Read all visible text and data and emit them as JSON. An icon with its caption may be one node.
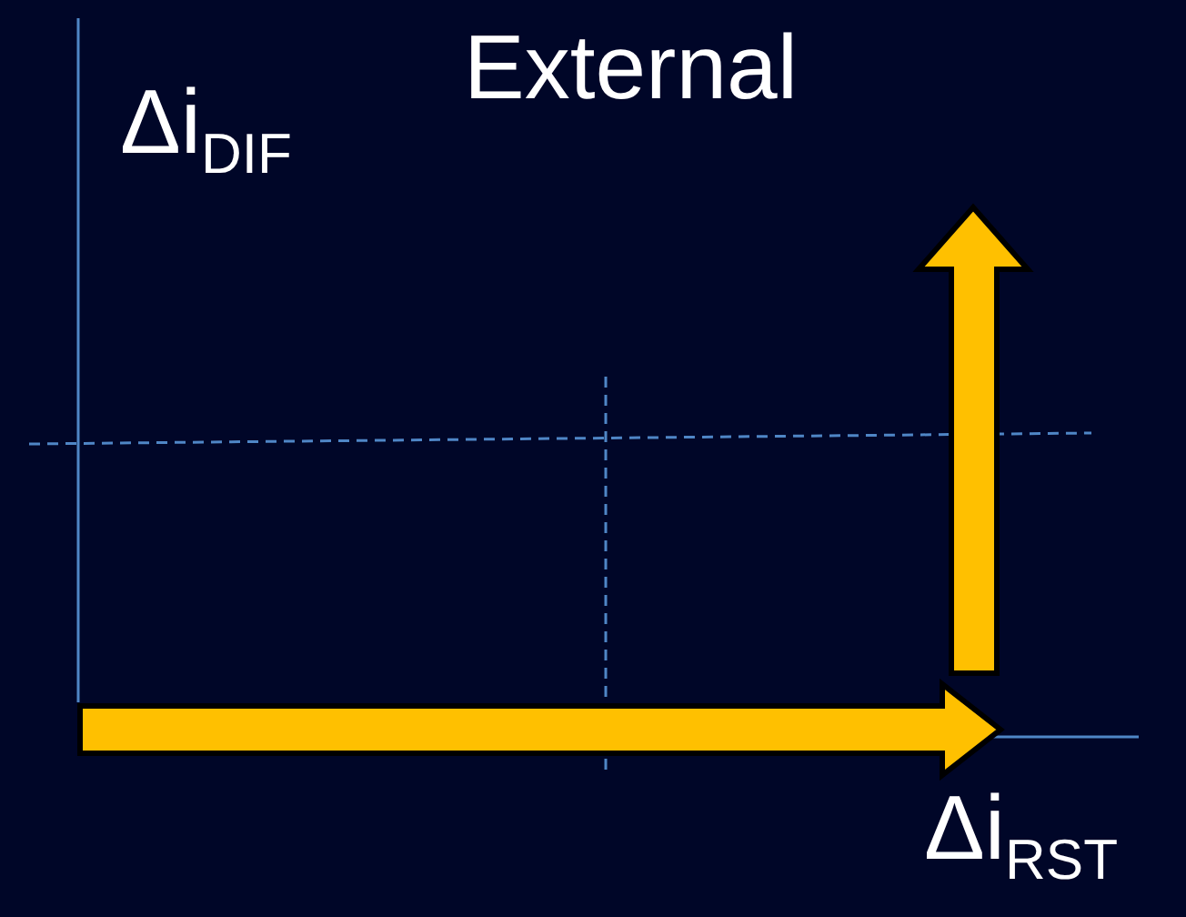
{
  "diagram": {
    "title": "External",
    "labels": [
      "Δi$_{DIF}$",
      "Δi$_{RST}$"
    ]
  }
}
